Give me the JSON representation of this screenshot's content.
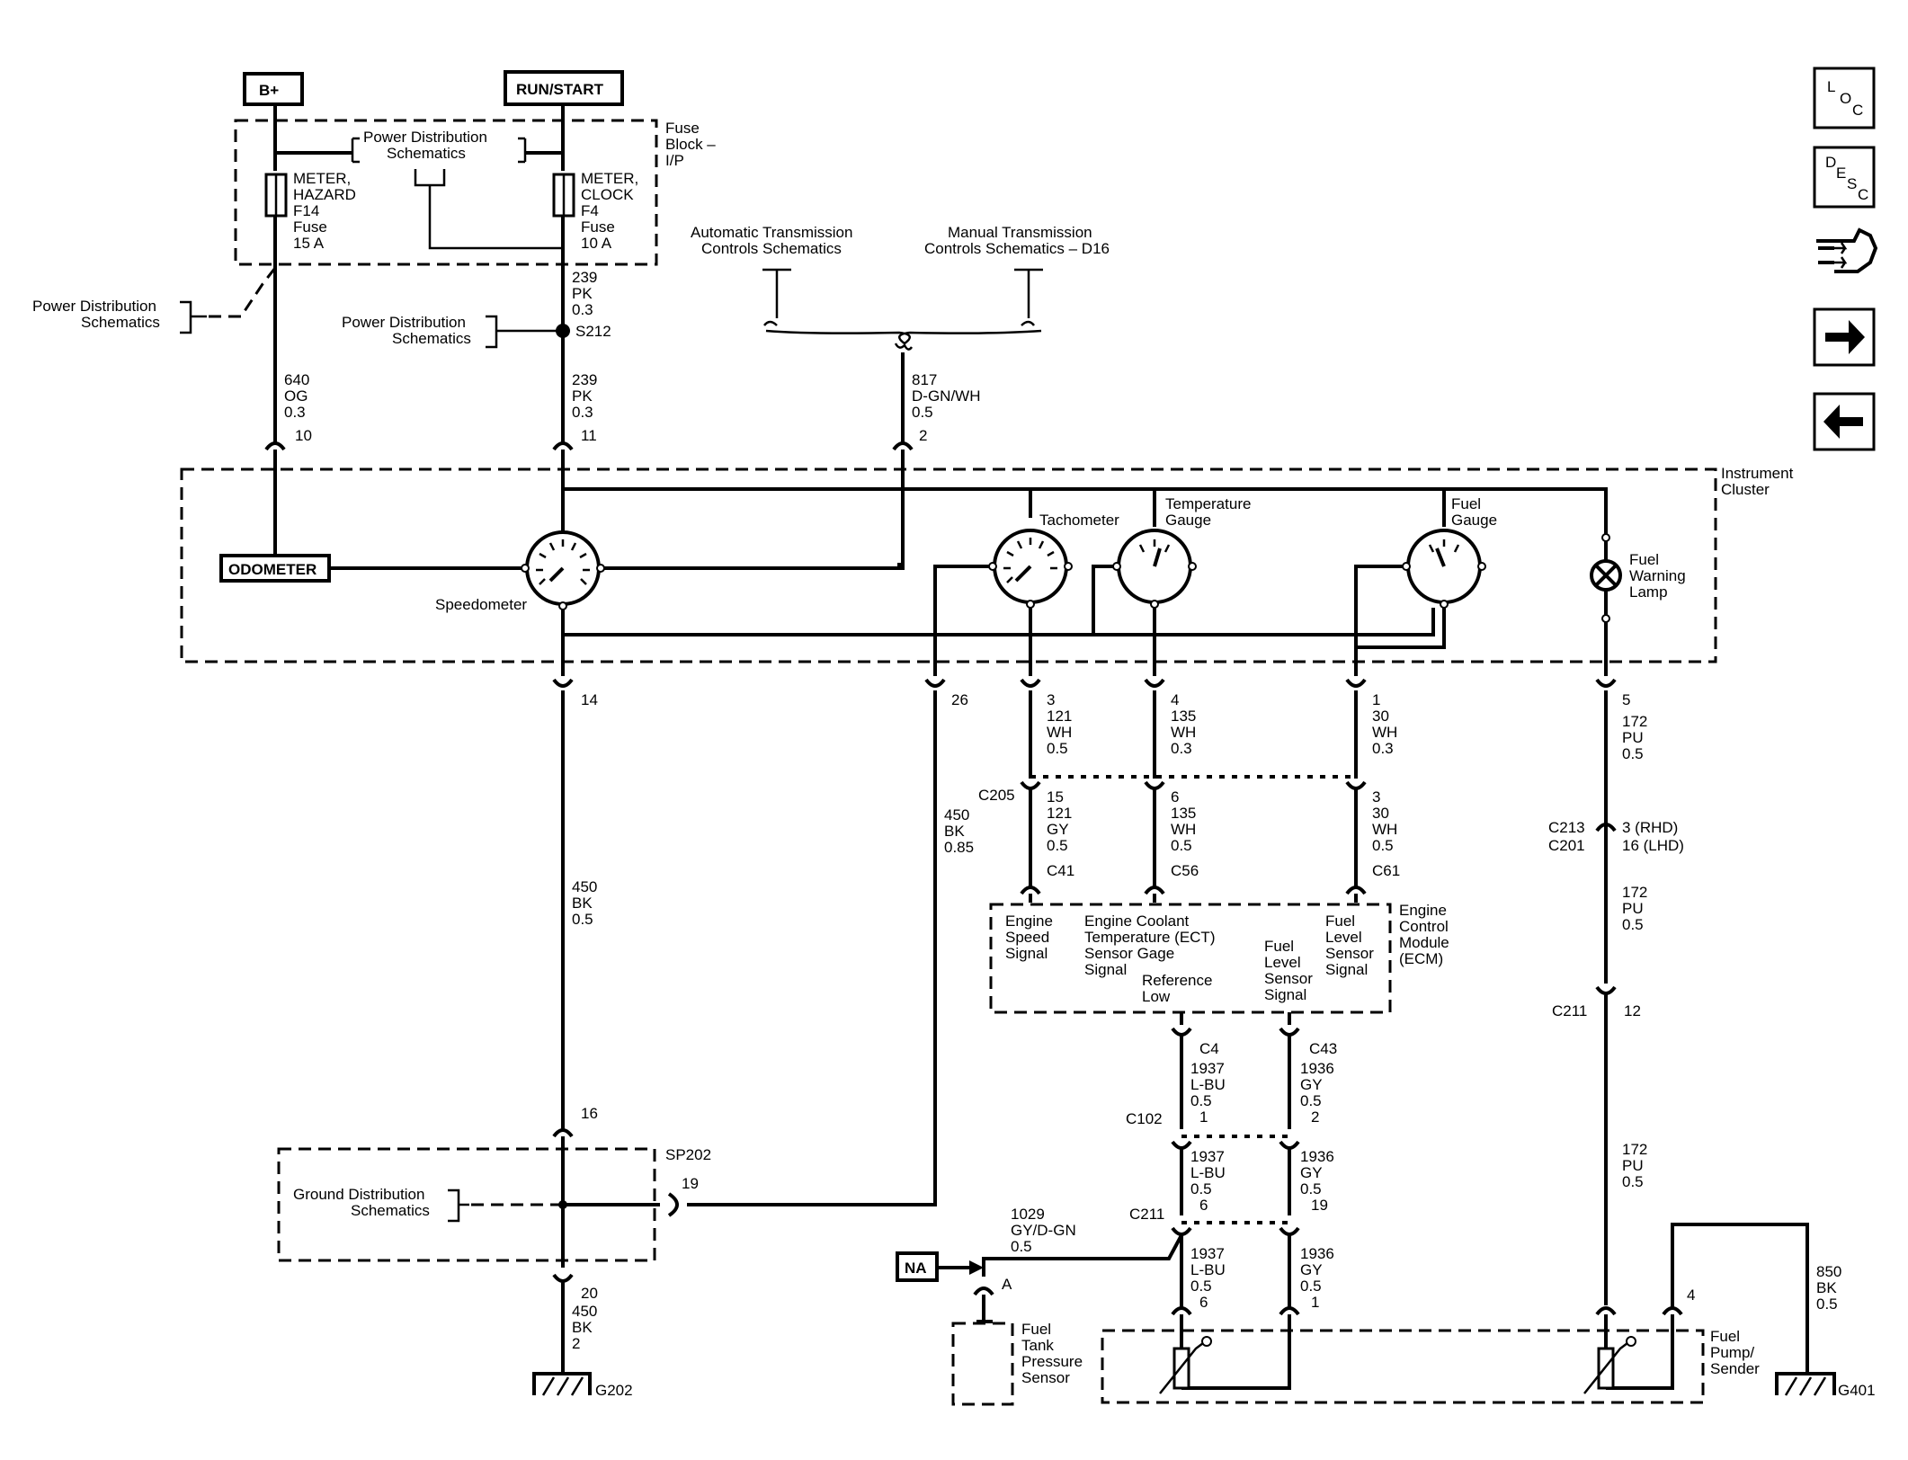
{
  "nav": {
    "loc": [
      "L",
      "O",
      "C"
    ],
    "desc": [
      "D",
      "E",
      "S",
      "C"
    ]
  },
  "power": {
    "bplus": "B+",
    "run_start": "RUN/START",
    "fuse_block": [
      "Fuse",
      "Block –",
      "I/P"
    ],
    "pd_schem": [
      "Power Distribution",
      "Schematics"
    ],
    "fuse_left": [
      "METER,",
      "HAZARD",
      "F14",
      "Fuse",
      "15 A"
    ],
    "fuse_right": [
      "METER,",
      "CLOCK",
      "F4",
      "Fuse",
      "10 A"
    ],
    "splice": "S212"
  },
  "trans": {
    "auto": [
      "Automatic Transmission",
      "Controls Schematics"
    ],
    "manual": [
      "Manual Transmission",
      "Controls Schematics – D16"
    ]
  },
  "wires": {
    "w239a": [
      "239",
      "PK",
      "0.3"
    ],
    "w640": [
      "640",
      "OG",
      "0.3"
    ],
    "w239b": [
      "239",
      "PK",
      "0.3"
    ],
    "w817": [
      "817",
      "D-GN/WH",
      "0.5"
    ],
    "pin10": "10",
    "pin11": "11",
    "pin2": "2",
    "pin14": "14",
    "pin26": "26",
    "pin3": "3",
    "pin4": "4",
    "pin1": "1",
    "pin5": "5",
    "w121": [
      "121",
      "WH",
      "0.5"
    ],
    "w135": [
      "135",
      "WH",
      "0.3"
    ],
    "w30": [
      "30",
      "WH",
      "0.3"
    ],
    "w172a": [
      "172",
      "PU",
      "0.5"
    ],
    "c205": "C205",
    "w121b": [
      "15",
      "121",
      "GY",
      "0.5"
    ],
    "w135b": [
      "6",
      "135",
      "WH",
      "0.5"
    ],
    "w30b": [
      "3",
      "30",
      "WH",
      "0.5"
    ],
    "c41": "C41",
    "c56": "C56",
    "c61": "C61",
    "c213": "C213",
    "c201": "C201",
    "rhd": "3 (RHD)",
    "lhd": "16 (LHD)",
    "w172b": [
      "172",
      "PU",
      "0.5"
    ],
    "w450a": [
      "450",
      "BK",
      "0.85"
    ],
    "w450b": [
      "450",
      "BK",
      "0.5"
    ],
    "c211r": "C211",
    "pin12": "12",
    "w172c": [
      "172",
      "PU",
      "0.5"
    ],
    "pin16": "16",
    "sp202": "SP202",
    "pin19": "19",
    "pin20": "20",
    "w450c": [
      "450",
      "BK",
      "2"
    ],
    "g202": "G202",
    "c4": "C4",
    "c43": "C43",
    "w1937a": [
      "1937",
      "L-BU",
      "0.5",
      "1"
    ],
    "w1936a": [
      "1936",
      "GY",
      "0.5",
      "2"
    ],
    "c102": "C102",
    "w1937b": [
      "1937",
      "L-BU",
      "0.5",
      "6"
    ],
    "w1936b": [
      "1936",
      "GY",
      "0.5",
      "19"
    ],
    "c211": "C211",
    "w1029": [
      "1029",
      "GY/D-GN",
      "0.5"
    ],
    "w1937c": [
      "1937",
      "L-BU",
      "0.5",
      "6"
    ],
    "w1936c": [
      "1936",
      "GY",
      "0.5",
      "1"
    ],
    "na": "NA",
    "pinA": "A",
    "pin4b": "4",
    "w850": [
      "850",
      "BK",
      "0.5"
    ],
    "g401": "G401"
  },
  "cluster": {
    "title": [
      "Instrument",
      "Cluster"
    ],
    "odometer": "ODOMETER",
    "speedometer": "Speedometer",
    "tachometer": "Tachometer",
    "temp": [
      "Temperature",
      "Gauge"
    ],
    "fuel": [
      "Fuel",
      "Gauge"
    ],
    "lamp": [
      "Fuel",
      "Warning",
      "Lamp"
    ]
  },
  "ecm": {
    "title": [
      "Engine",
      "Control",
      "Module",
      "(ECM)"
    ],
    "speed": [
      "Engine",
      "Speed",
      "Signal"
    ],
    "ect": [
      "Engine Coolant",
      "Temperature (ECT)",
      "Sensor Gage",
      "Signal"
    ],
    "ref": [
      "Reference",
      "Low"
    ],
    "fls": [
      "Fuel",
      "Level",
      "Sensor",
      "Signal"
    ],
    "fls2": [
      "Fuel",
      "Level",
      "Sensor",
      "Signal"
    ]
  },
  "ground": [
    "Ground Distribution",
    "Schematics"
  ],
  "sensors": {
    "ftp": [
      "Fuel",
      "Tank",
      "Pressure",
      "Sensor"
    ],
    "pump": [
      "Fuel",
      "Pump/",
      "Sender"
    ]
  }
}
